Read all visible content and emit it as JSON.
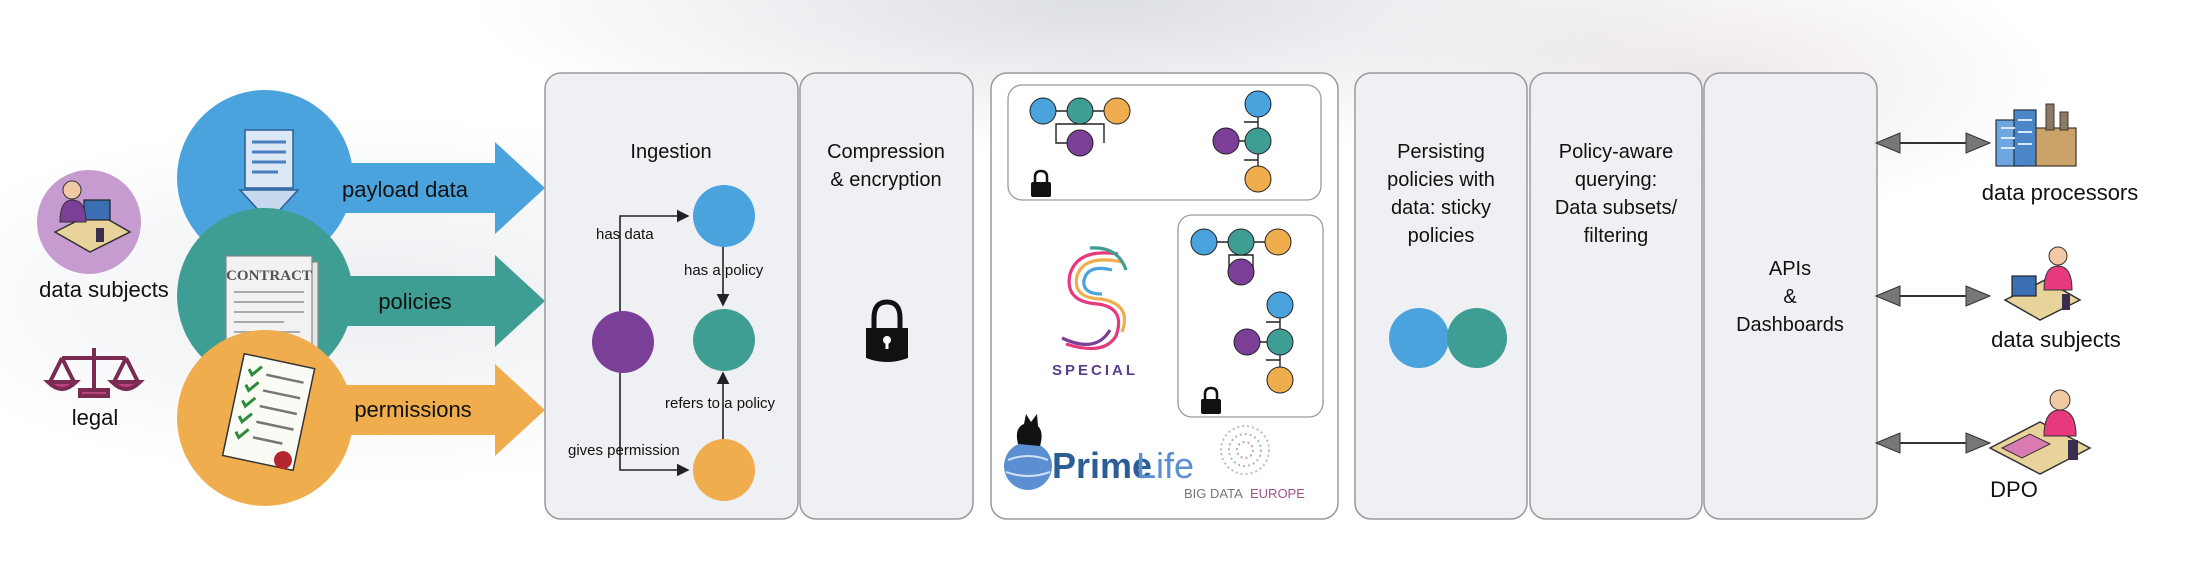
{
  "left": {
    "data_subjects": "data subjects",
    "legal": "legal",
    "arrows": [
      {
        "label": "payload data",
        "color": "#4aa3dc"
      },
      {
        "label": "policies",
        "color": "#3f9e93"
      },
      {
        "label": "permissions",
        "color": "#f0ad4e"
      }
    ],
    "contract_text": "CONTRACT"
  },
  "ingestion": {
    "title": "Ingestion",
    "edges": {
      "has_data": "has data",
      "has_a_policy": "has a policy",
      "refers_to_a_policy": "refers to a policy",
      "gives_permission": "gives permission"
    }
  },
  "compression": {
    "title_line1": "Compression",
    "title_line2": "& encryption"
  },
  "logos": {
    "special": "SPECIAL",
    "primelife_prime": "Prime",
    "primelife_life": "Life",
    "bigdata_big": "BIG DATA",
    "bigdata_europe": "EUROPE"
  },
  "persisting": {
    "lines": [
      "Persisting",
      "policies with",
      "data: sticky",
      "policies"
    ]
  },
  "querying": {
    "lines": [
      "Policy-aware",
      "querying:",
      "Data subsets/",
      "filtering"
    ]
  },
  "apis": {
    "lines": [
      "APIs",
      "&",
      "Dashboards"
    ]
  },
  "right": {
    "processors": "data processors",
    "subjects": "data subjects",
    "dpo": "DPO"
  },
  "colors": {
    "blue": "#4aa3dc",
    "teal": "#3f9e93",
    "orange": "#f0ad4e",
    "purple": "#7b3f98",
    "panel": "#eef0f3",
    "panel_border": "#9a9a9a"
  }
}
